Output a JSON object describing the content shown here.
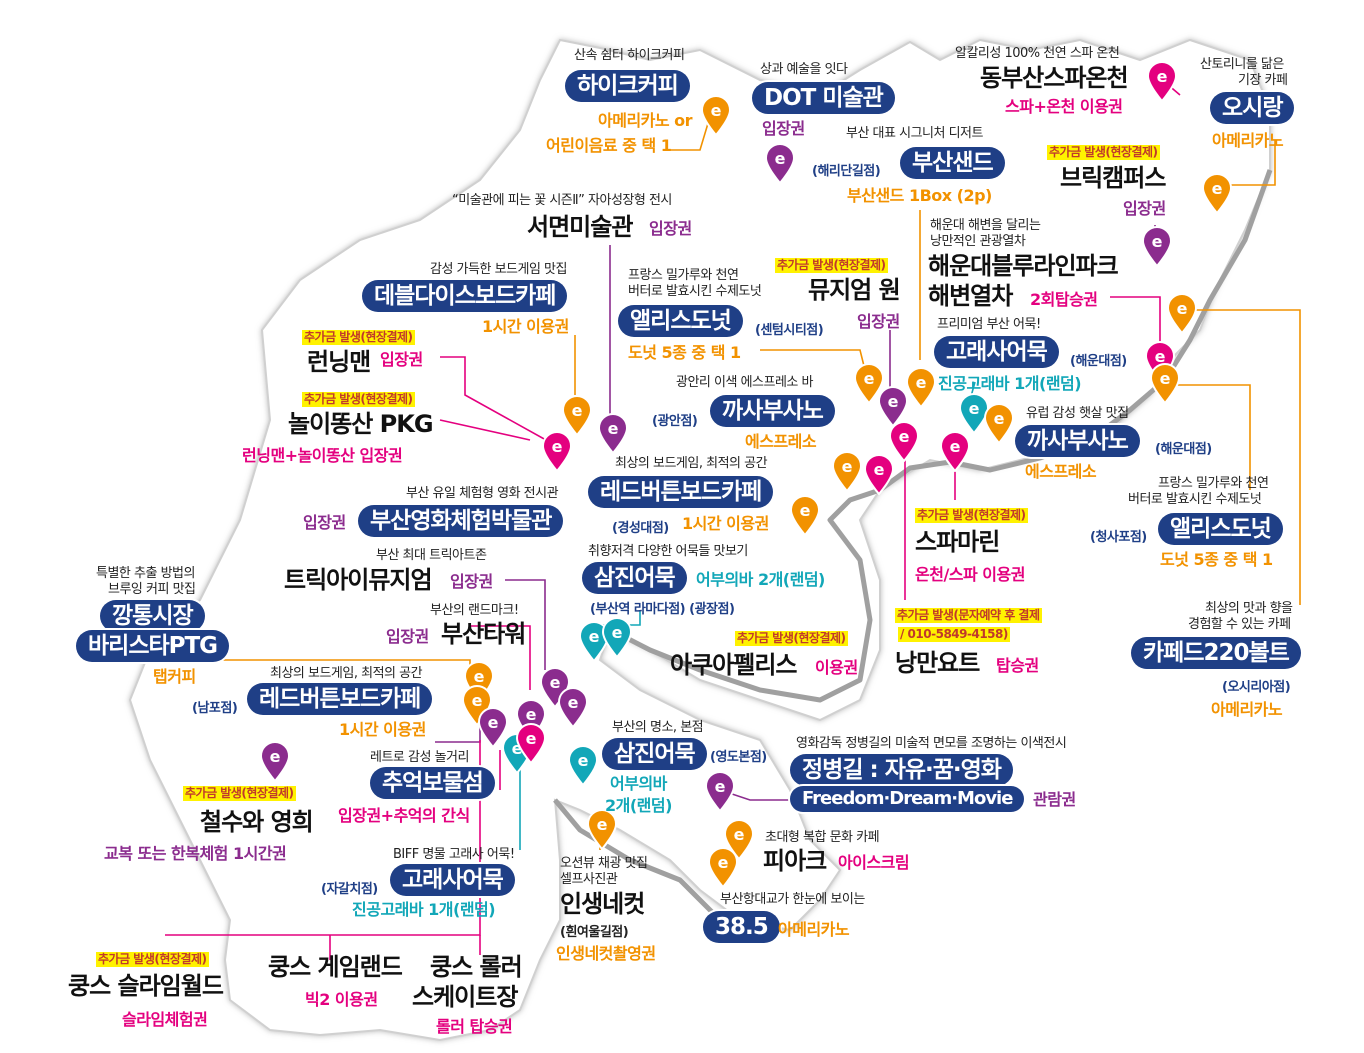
{
  "colors": {
    "navy": "#1f3f86",
    "orange": "#f29200",
    "pink": "#e4007f",
    "purple": "#8b2c8e",
    "teal": "#12a7b8",
    "highlight": "#fff200",
    "map_fill": "#ffffff",
    "map_outline": "#c8c8c8",
    "coast_road": "#9b9b9b"
  },
  "extra_fee_label": "추가금 발생(현장결제)",
  "poi": {
    "haike": {
      "desc": "산속 쉼터 하이크커피",
      "name": "하이크커피",
      "reward1": "아메리카노 or",
      "reward2": "어린이음료 중 택 1"
    },
    "dot": {
      "desc": "상과 예술을 잇다",
      "name": "DOT 미술관",
      "reward": "입장권"
    },
    "dongbu": {
      "desc": "알칼리성 100% 천연 스파 온천",
      "name": "동부산스파온천",
      "reward": "스파+온천 이용권"
    },
    "osirang": {
      "desc1": "산토리니를 닮은",
      "desc2": "기장 카페",
      "name": "오시랑",
      "reward": "아메리카노"
    },
    "sand": {
      "desc": "부산 대표 시그니처 디저트",
      "branch": "(해리단길점)",
      "name": "부산샌드",
      "reward": "부산샌드 1Box (2p)"
    },
    "brick": {
      "extra": "추가금 발생(현장결제)",
      "name": "브릭캠퍼스",
      "reward": "입장권"
    },
    "seomyeon": {
      "desc": "“미술관에 피는 꽃 시즌Ⅱ” 자아성장형 전시",
      "name": "서면미술관",
      "reward": "입장권"
    },
    "table": {
      "desc": "감성 가득한 보드게임 맛집",
      "name": "데블다이스보드카페",
      "reward": "1시간 이용권"
    },
    "alice1": {
      "desc1": "프랑스 밀가루와 천연",
      "desc2": "버터로 발효시킨 수제도넛",
      "name": "앨리스도넛",
      "branch": "(센텀시티점)",
      "reward": "도넛 5종 중 택 1"
    },
    "museum1": {
      "extra": "추가금 발생(현장결제)",
      "name": "뮤지엄 원",
      "reward": "입장권"
    },
    "haeundae_train": {
      "desc1": "해운대 해변을 달리는",
      "desc2": "낭만적인 관광열차",
      "name1": "해운대블루라인파크",
      "name2": "해변열차",
      "reward": "2회탑승권"
    },
    "running": {
      "extra": "추가금 발생(현장결제)",
      "name": "런닝맨",
      "reward": "입장권"
    },
    "nori": {
      "extra": "추가금 발생(현장결제)",
      "name": "놀이똥산 PKG",
      "reward": "런닝맨+놀이똥산 입장권"
    },
    "gosa1": {
      "desc": "프리미엄 부산 어묵!",
      "name": "고래사어묵",
      "branch": "(해운대점)",
      "reward": "진공고래바 1개(랜덤)"
    },
    "kkasa1": {
      "desc": "광안리 이색 에스프레소 바",
      "branch": "(광안점)",
      "name": "까사부사노",
      "reward": "에스프레소"
    },
    "kkasa2": {
      "desc": "유럽 감성 햇살 맛집",
      "name": "까사부사노",
      "branch": "(해운대점)",
      "reward": "에스프레소"
    },
    "red1": {
      "desc": "최상의 보드게임, 최적의 공간",
      "name": "레드버튼보드카페",
      "branch": "(경성대점)",
      "reward": "1시간 이용권"
    },
    "film": {
      "desc": "부산 유일 체험형 영화 전시관",
      "name": "부산영화체험박물관",
      "reward": "입장권"
    },
    "alice2": {
      "desc1": "프랑스 밀가루와 천연",
      "desc2": "버터로 발효시킨 수제도넛",
      "branch": "(청사포점)",
      "name": "앨리스도넛",
      "reward": "도넛 5종 중 택 1"
    },
    "spa": {
      "extra": "추가금 발생(현장결제)",
      "name": "스파마린",
      "reward": "온천/스파 이용권"
    },
    "samjin1": {
      "desc": "취향저격 다양한 어묵들 맛보기",
      "name": "삼진어묵",
      "branch": "(부산역 라마다점) (광장점)",
      "reward": "어부의바 2개(랜덤)"
    },
    "trick": {
      "desc": "부산 최대 트릭아트존",
      "name": "트릭아이뮤지엄",
      "reward": "입장권"
    },
    "tower": {
      "desc": "부산의 랜드마크!",
      "name": "부산타워",
      "reward": "입장권"
    },
    "kkangtong": {
      "desc1": "특별한 추출 방법의",
      "desc2": "브루잉 커피 맛집",
      "name1": "깡통시장",
      "name2": "바리스타PTG",
      "reward": "탭커피"
    },
    "aqua": {
      "extra": "추가금 발생(현장결제)",
      "name": "아쿠아펠리스",
      "reward": "이용권"
    },
    "yacht": {
      "extra1": "추가금 발생(문자예약 후 결제",
      "extra2": "/ 010-5849-4158)",
      "name": "낭만요트",
      "reward": "탑승권"
    },
    "cafe220": {
      "desc1": "최상의 맛과 향을",
      "desc2": "경험할 수 있는 카페",
      "name": "카페드220볼트",
      "branch": "(오시리아점)",
      "reward": "아메리카노"
    },
    "red2": {
      "desc": "최상의 보드게임, 최적의 공간",
      "branch": "(남포점)",
      "name": "레드버튼보드카페",
      "reward": "1시간 이용권"
    },
    "samjin2": {
      "desc": "부산의 명소, 본점",
      "name": "삼진어묵",
      "branch": "(영도본점)",
      "reward1": "어부의바",
      "reward2": "2개(랜덤)"
    },
    "jeong": {
      "desc": "영화감독 정병길의 미술적 면모를 조명하는 이색전시",
      "name1": "정병길 : 자유·꿈·영화",
      "name2": "Freedom·Dream·Movie",
      "reward": "관람권"
    },
    "memory": {
      "desc": "레트로 감성 놀거리",
      "name": "추억보물섬",
      "reward": "입장권+추억의 간식"
    },
    "cheolsu": {
      "extra": "추가금 발생(현장결제)",
      "name": "철수와 영희",
      "reward": "교복 또는 한복체험 1시간권"
    },
    "piak": {
      "desc": "초대형 복합 문화 카페",
      "name": "피아크",
      "reward": "아이스크림"
    },
    "gosa2": {
      "desc": "BIFF 명물 고래사 어묵!",
      "branch": "(자갈치점)",
      "name": "고래사어묵",
      "reward": "진공고래바 1개(랜덤)"
    },
    "life4": {
      "desc1": "오션뷰 채광 맛집",
      "desc2": "셀프사진관",
      "name": "인생네컷",
      "branch": "(흰여울길점)",
      "reward": "인생네컷촬영권"
    },
    "b385": {
      "desc": "부산항대교가 한눈에 보이는",
      "name": "38.5",
      "reward": "아메리카노"
    },
    "slime": {
      "extra": "추가금 발생(현장결제)",
      "name": "쿵스 슬라임월드",
      "reward": "슬라임체험권"
    },
    "gameland": {
      "name": "쿵스 게임랜드",
      "reward": "빅2 이용권"
    },
    "roller": {
      "name1": "쿵스 롤러",
      "name2": "스케이트장",
      "reward": "롤러 탑승권"
    }
  }
}
